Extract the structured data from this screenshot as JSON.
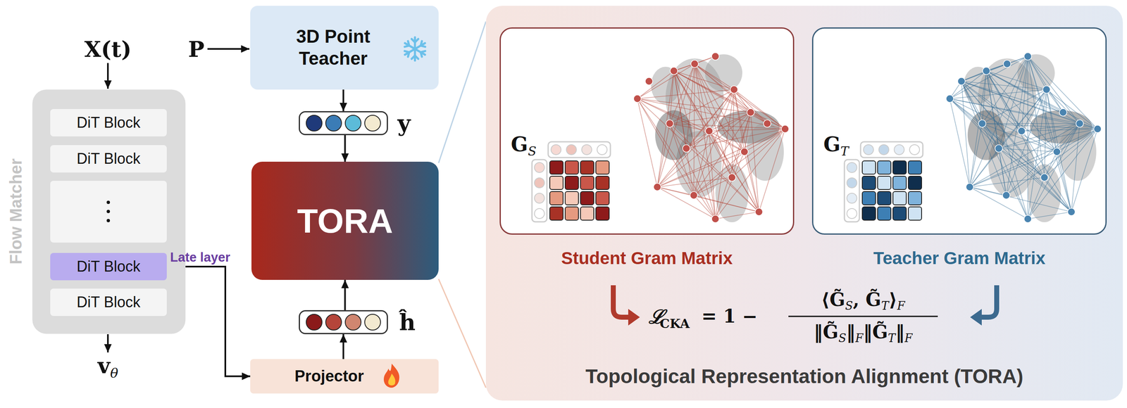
{
  "diagram": {
    "nodes": [
      {
        "text": [
          "Flow Matcher"
        ]
      },
      {
        "text": [
          "DiT Block"
        ],
        "in": 0
      },
      {
        "text": [
          "DiT Block"
        ],
        "in": 0
      },
      {
        "text": [
          "DiT Block"
        ],
        "in": 0
      },
      {
        "text": [
          "DiT Block"
        ],
        "in": 0
      },
      {
        "text": [
          "3D Point Teacher"
        ]
      },
      {
        "text": [
          "y"
        ]
      },
      {
        "text": [
          "TORA"
        ]
      },
      {
        "text": [
          "ĥ"
        ]
      },
      {
        "text": [
          "Projector"
        ]
      },
      {
        "text": [
          "Topological Representation Alignment (TORA)"
        ]
      },
      {
        "text": [
          "GS",
          "Student Gram Matrix"
        ],
        "in": 10
      },
      {
        "text": [
          "GT",
          "Teacher Gram Matrix"
        ],
        "in": 10
      }
    ],
    "edges": [
      {
        "from": 3,
        "to": 9,
        "label": "Late layer",
        "arrow": "to"
      },
      {
        "from": 5,
        "to": 6,
        "arrow": "to"
      },
      {
        "from": 6,
        "to": 7,
        "arrow": "to"
      },
      {
        "from": 9,
        "to": 8,
        "arrow": "to"
      },
      {
        "from": 8,
        "to": 7,
        "arrow": "to"
      }
    ],
    "labels": [
      "X(t)",
      "vθ",
      "P",
      "ℒ",
      "CKA",
      "= 1 −",
      "⟨G̃S, G̃T⟩F",
      "‖G̃S‖F‖G̃T‖F"
    ]
  }
}
